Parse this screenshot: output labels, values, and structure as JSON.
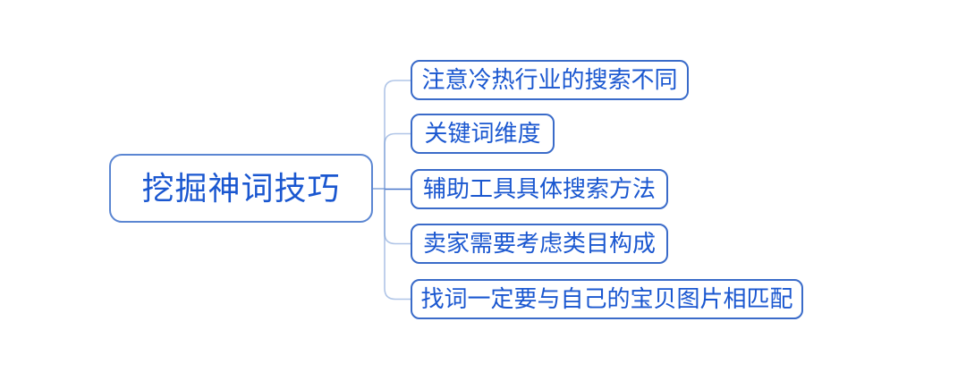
{
  "diagram": {
    "type": "mindmap",
    "direction": "left-to-right",
    "root": {
      "label": "挖掘神词技巧"
    },
    "children": [
      {
        "label": "注意冷热行业的搜索不同"
      },
      {
        "label": "关键词维度"
      },
      {
        "label": "辅助工具具体搜索方法"
      },
      {
        "label": "卖家需要考虑类目构成"
      },
      {
        "label": "找词一定要与自己的宝贝图片相匹配"
      }
    ]
  },
  "colors": {
    "background": "#ffffff",
    "root_border": "#5b86d2",
    "child_border": "#3a6bc9",
    "text": "#1a57d0",
    "connector": "#6f96d4",
    "connector_dark": "#3d6ec6"
  }
}
